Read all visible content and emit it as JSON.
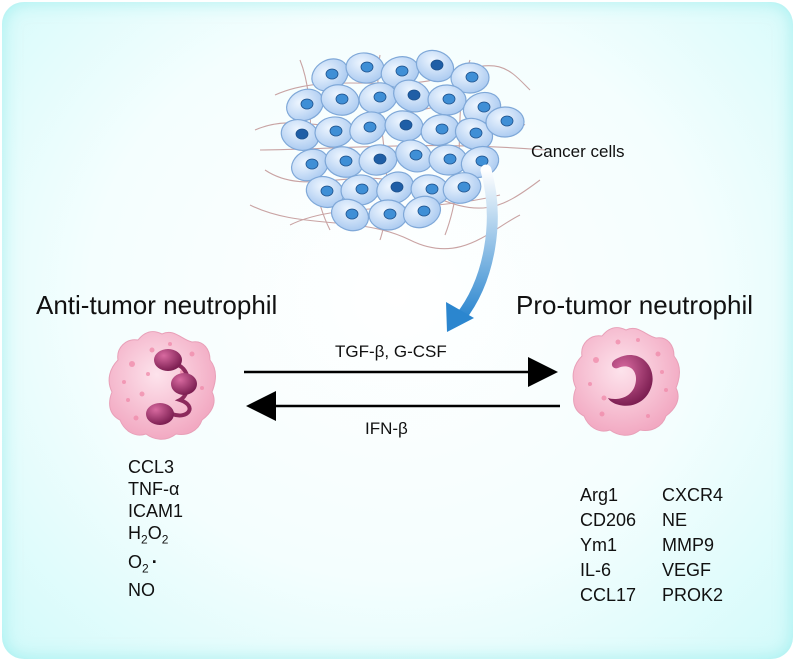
{
  "diagram": {
    "cancer_label": "Cancer cells",
    "anti_title": "Anti-tumor neutrophil",
    "pro_title": "Pro-tumor neutrophil",
    "forward_label": "TGF-β, G-CSF",
    "backward_label": "IFN-β",
    "anti_markers": [
      "CCL3",
      "TNF-α",
      "ICAM1"
    ],
    "h2o2": {
      "a": "H",
      "b": "2",
      "c": "O",
      "d": "2"
    },
    "o2": {
      "a": "O",
      "b": "2",
      "c": "·"
    },
    "no_label": "NO",
    "pro_markers_left": [
      "Arg1",
      "CD206",
      "Ym1",
      "IL-6",
      "CCL17"
    ],
    "pro_markers_right": [
      "CXCR4",
      "NE",
      "MMP9",
      "VEGF",
      "PROK2"
    ]
  },
  "colors": {
    "cell_body": "#f7c5d6",
    "nucleus": "#a0306a",
    "cancer_cell": "#c3dbf7",
    "cancer_nucleus": "#2f78c4",
    "arrow_blue": "#2b86cf",
    "fiber": "#c49a9a"
  }
}
